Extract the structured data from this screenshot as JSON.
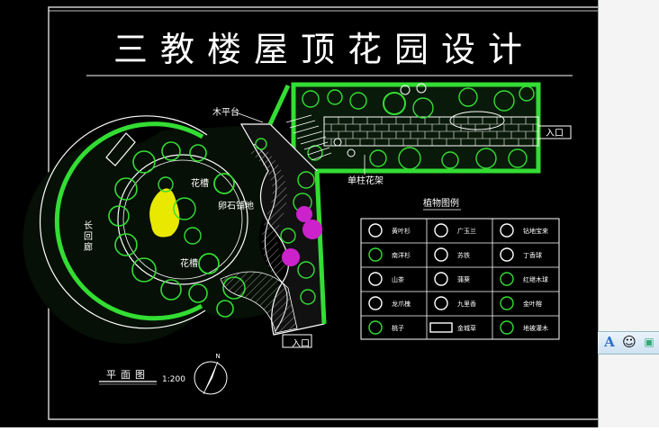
{
  "drawing": {
    "title": "三教楼屋顶花园设计",
    "plan_label": "平面图",
    "scale": "1:200",
    "north": "N",
    "labels": {
      "wood_platform": "木平台",
      "entrance_right": "入口",
      "entrance_bottom": "入口",
      "single_trellis": "单柱花架",
      "flower_bed_top": "花槽",
      "flower_bed_bottom": "花槽",
      "pebble_path": "卵石铺地",
      "long_bench": "长\n回\n廊"
    },
    "legend": {
      "title": "植物图例",
      "items": [
        [
          "黄叶杉",
          "广玉兰",
          "钻地宝来"
        ],
        [
          "南洋杉",
          "苏铁",
          "丁香球"
        ],
        [
          "山茶",
          "蒲葵",
          "红继木球"
        ],
        [
          "龙爪槐",
          "九里香",
          "金叶榕"
        ],
        [
          "桃子",
          "金城草",
          "地被灌木"
        ]
      ]
    },
    "colors": {
      "background": "#000000",
      "hedge": "#33dd33",
      "yellow_plants": "#e8e800",
      "magenta_plants": "#cc22cc",
      "lines": "#ffffff"
    }
  },
  "taskbar": {
    "icons": [
      "font-a-icon",
      "smiley-icon",
      "app-icon"
    ]
  }
}
